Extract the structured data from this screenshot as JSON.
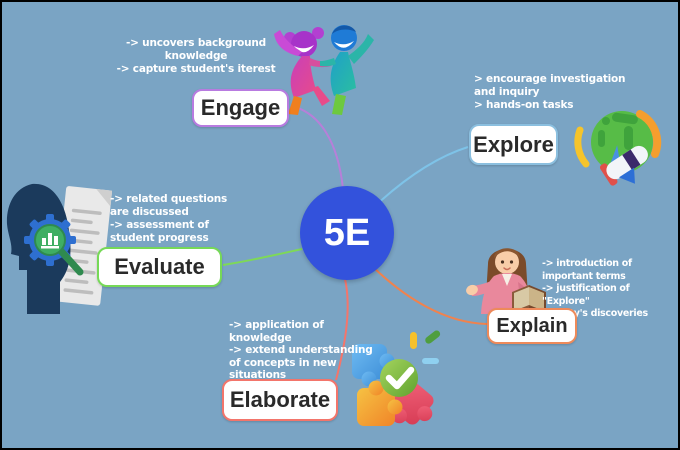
{
  "canvas": {
    "background": "#7AA4C4",
    "border_color": "#000000"
  },
  "center": {
    "label": "5E",
    "color": "#3352DC",
    "text_color": "#FFFFFF"
  },
  "nodes": [
    {
      "id": "engage",
      "label": "Engage",
      "border_color": "#B87BE0",
      "line_color": "#B77FD9",
      "note": "-> uncovers background\nknowledge\n-> capture student's iterest",
      "icon": "children-dancing-icon"
    },
    {
      "id": "explore",
      "label": "Explore",
      "border_color": "#8BBFDF",
      "line_color": "#7EC3E8",
      "note": "> encourage investigation\nand inquiry\n> hands-on tasks",
      "icon": "planet-rocket-icon"
    },
    {
      "id": "evaluate",
      "label": "Evaluate",
      "border_color": "#76D957",
      "line_color": "#7ED957",
      "note": "-> related questions\nare discussed\n-> assessment of\nstudent progress",
      "icon": "head-gear-magnifier-icon"
    },
    {
      "id": "explain",
      "label": "Explain",
      "border_color": "#EE8A5A",
      "line_color": "#F0824D",
      "note": "-> introduction of\nimportant terms\n-> justification of \"Explore\"\nactivity's discoveries",
      "icon": "teacher-book-icon"
    },
    {
      "id": "elaborate",
      "label": "Elaborate",
      "border_color": "#F3756B",
      "line_color": "#F4756B",
      "note": "-> application of\nknowledge\n-> extend understanding\nof concepts in new\nsituations",
      "icon": "puzzle-check-icon"
    }
  ]
}
